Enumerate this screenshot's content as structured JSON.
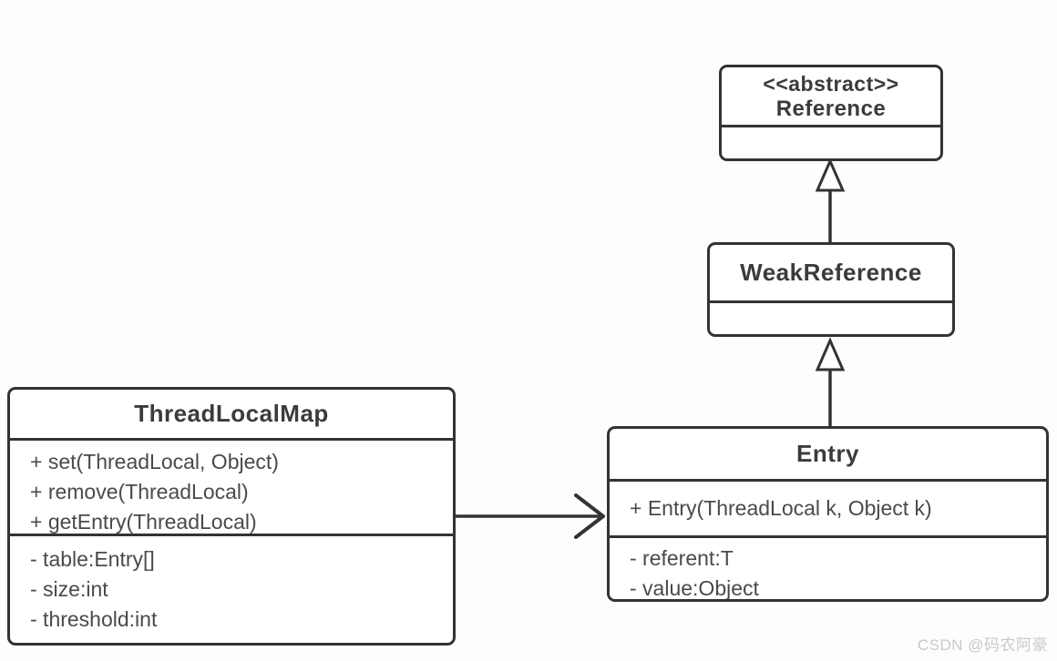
{
  "classes": {
    "reference": {
      "stereotype": "<<abstract>>",
      "name": "Reference"
    },
    "weakreference": {
      "name": "WeakReference"
    },
    "entry": {
      "name": "Entry",
      "methods": [
        "+ Entry(ThreadLocal k, Object k)"
      ],
      "attributes": [
        "- referent:T",
        "- value:Object"
      ]
    },
    "threadlocalmap": {
      "name": "ThreadLocalMap",
      "methods": [
        "+ set(ThreadLocal, Object)",
        "+ remove(ThreadLocal)",
        "+ getEntry(ThreadLocal)"
      ],
      "attributes": [
        "- table:Entry[]",
        "- size:int",
        "- threshold:int"
      ]
    }
  },
  "relationships": [
    {
      "from": "WeakReference",
      "to": "Reference",
      "type": "generalization"
    },
    {
      "from": "Entry",
      "to": "WeakReference",
      "type": "generalization"
    },
    {
      "from": "ThreadLocalMap",
      "to": "Entry",
      "type": "association"
    }
  ],
  "colors": {
    "border": "#333333",
    "title_text": "#3b3b3b",
    "member_text": "#4a4a4a",
    "background": "#fdfdfd",
    "box_fill": "#ffffff",
    "watermark": "#c9c9c9"
  },
  "watermark": "CSDN @码农阿豪"
}
